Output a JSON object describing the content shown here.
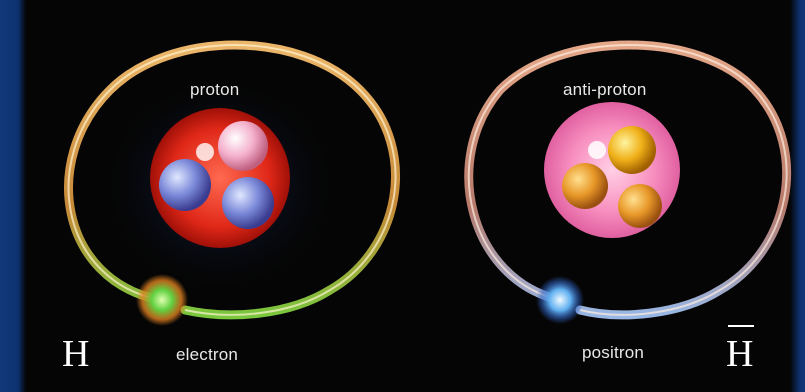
{
  "hydrogen": {
    "nucleus_label": "proton",
    "orbiter_label": "electron",
    "symbol": "H",
    "colors": {
      "orbit": "#f0b060",
      "nucleus": "#e03020",
      "orbiter": "#40d040",
      "quark_a": "#8090e0",
      "quark_b": "#f0a0c0"
    }
  },
  "antihydrogen": {
    "nucleus_label": "anti-proton",
    "orbiter_label": "positron",
    "symbol": "H",
    "colors": {
      "orbit": "#e0a080",
      "nucleus": "#f080b0",
      "orbiter": "#60b0f0",
      "quark_a": "#f0b020",
      "quark_b": "#e0a030"
    }
  }
}
